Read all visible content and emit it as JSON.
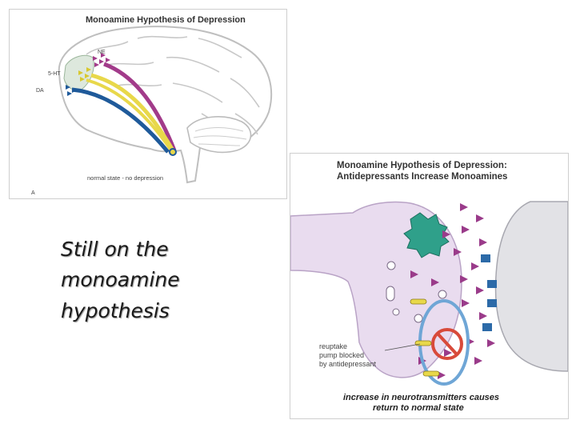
{
  "brain_figure": {
    "title": "Monoamine Hypothesis of Depression",
    "labels": {
      "ne": "NE",
      "serotonin": "5-HT",
      "da": "DA"
    },
    "caption": "normal state - no depression",
    "panel_letter": "A"
  },
  "synapse_figure": {
    "title_line1": "Monoamine Hypothesis of Depression:",
    "title_line2": "Antidepressants Increase Monoamines",
    "reuptake_label": [
      "reuptake",
      "pump blocked",
      "by antidepressant"
    ],
    "caption_line1": "increase in neurotransmitters causes",
    "caption_line2": "return to normal state"
  },
  "slide_text": {
    "line1": "Still on the",
    "line2": "monoamine",
    "line3": "hypothesis"
  },
  "colors": {
    "ne_pathway": "#a23b8a",
    "serotonin_pathway": "#e8d84a",
    "da_pathway": "#1f5a9a",
    "neuron": "#e9dcef",
    "pump_ring": "#6fa6d6",
    "block_sign": "#d84a3a"
  }
}
